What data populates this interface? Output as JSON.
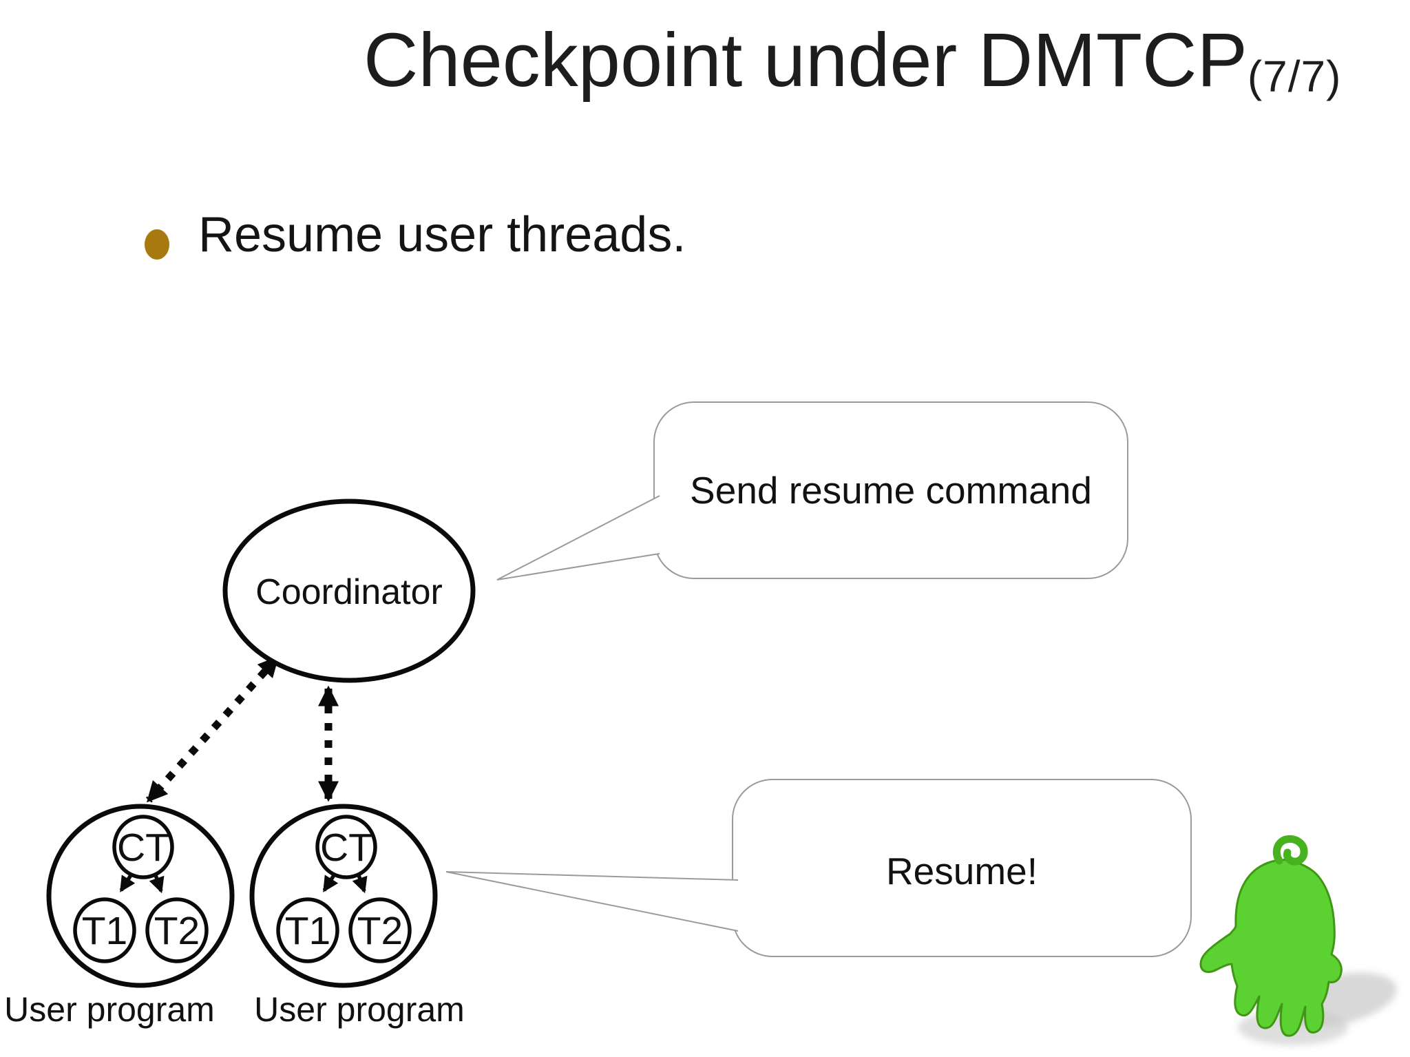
{
  "title": {
    "main": "Checkpoint under DMTCP",
    "suffix": "(7/7)"
  },
  "bullet": {
    "text": "Resume user threads.",
    "color": "#A8790F"
  },
  "diagram": {
    "coordinator_label": "Coordinator",
    "bubble_send": "Send resume command",
    "bubble_resume": "Resume!",
    "groups": [
      {
        "label": "User program",
        "ct": "CT",
        "t1": "T1",
        "t2": "T2"
      },
      {
        "label": "User program",
        "ct": "CT",
        "t1": "T1",
        "t2": "T2"
      }
    ],
    "colors": {
      "text": "#111111",
      "shape_stroke": "#0a0a0a",
      "bubble_border": "#9a9a9a",
      "bullet_dot": "#A8790F",
      "mascot_green": "#5BD231"
    }
  }
}
